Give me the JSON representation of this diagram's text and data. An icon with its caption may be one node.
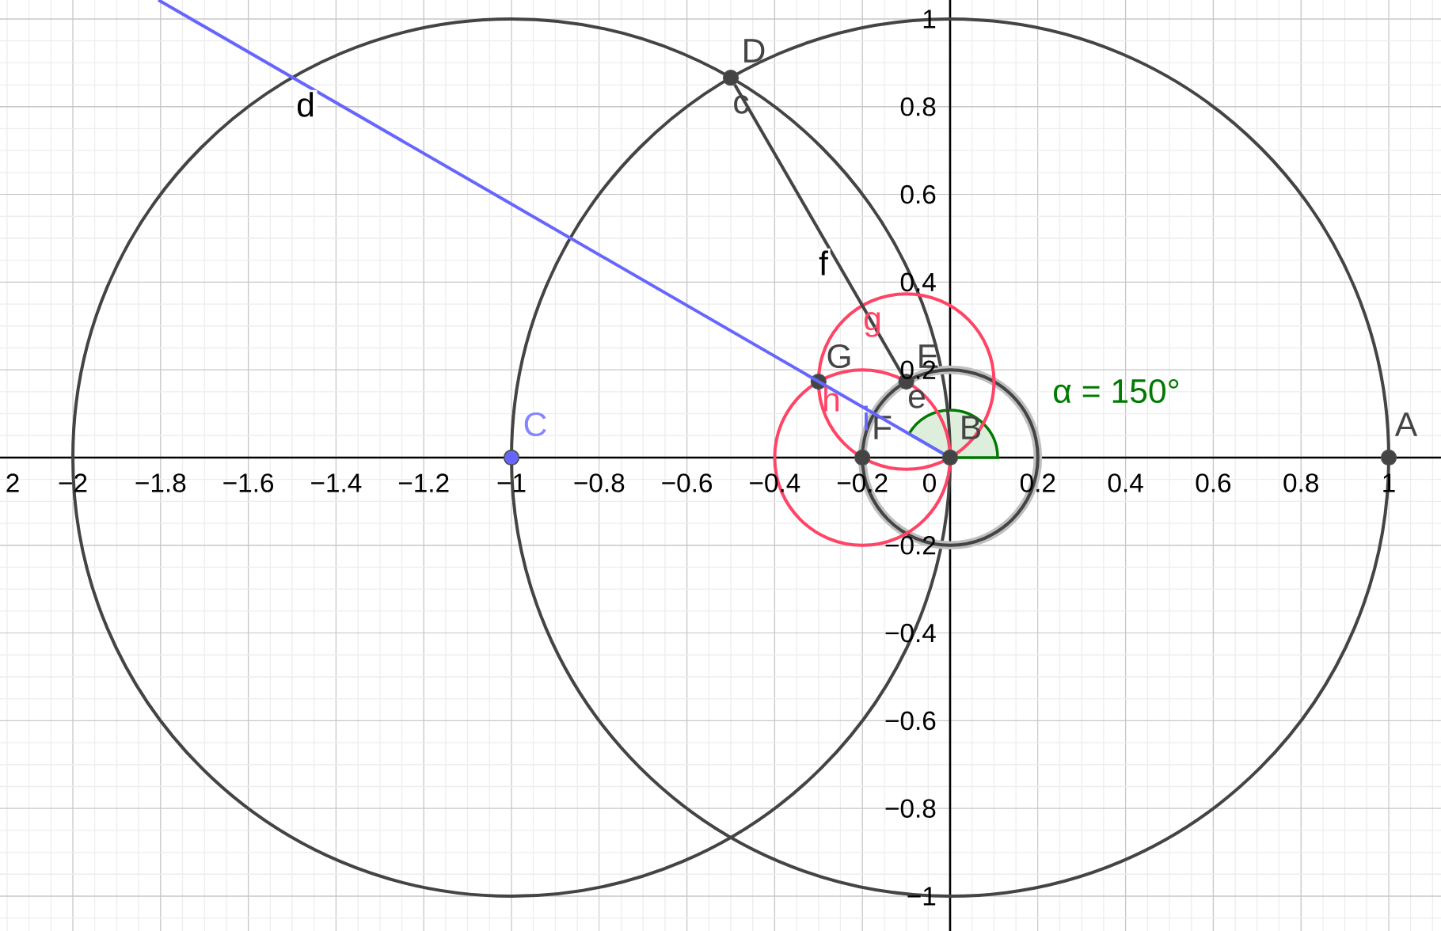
{
  "diagram": {
    "nodes": [
      {
        "text": [
          "A"
        ]
      },
      {
        "text": [
          "B"
        ]
      },
      {
        "text": [
          "C"
        ]
      },
      {
        "text": [
          "D"
        ]
      },
      {
        "text": [
          "E"
        ]
      },
      {
        "text": [
          "F"
        ]
      },
      {
        "text": [
          "G"
        ]
      }
    ],
    "edges": [
      {
        "from": 3,
        "to": 4,
        "arrow": "none",
        "label": "f"
      },
      {
        "from": 1,
        "to": null,
        "arrow": "none",
        "label": "d",
        "color": "#6666ff"
      }
    ],
    "labels": [
      "c",
      "g",
      "h",
      "e",
      "i",
      "α = 150°",
      "2",
      "−2",
      "−1.8",
      "−1.6",
      "−1.4",
      "−1.2",
      "−1",
      "−0.8",
      "−0.6",
      "−0.4",
      "−0.2",
      "0",
      "0.2",
      "0.4",
      "0.6",
      "0.8",
      "1",
      "1",
      "0.8",
      "0.6",
      "0.4",
      "0.2",
      "−0.2",
      "−0.4",
      "−0.6",
      "−0.8",
      "−1"
    ]
  }
}
